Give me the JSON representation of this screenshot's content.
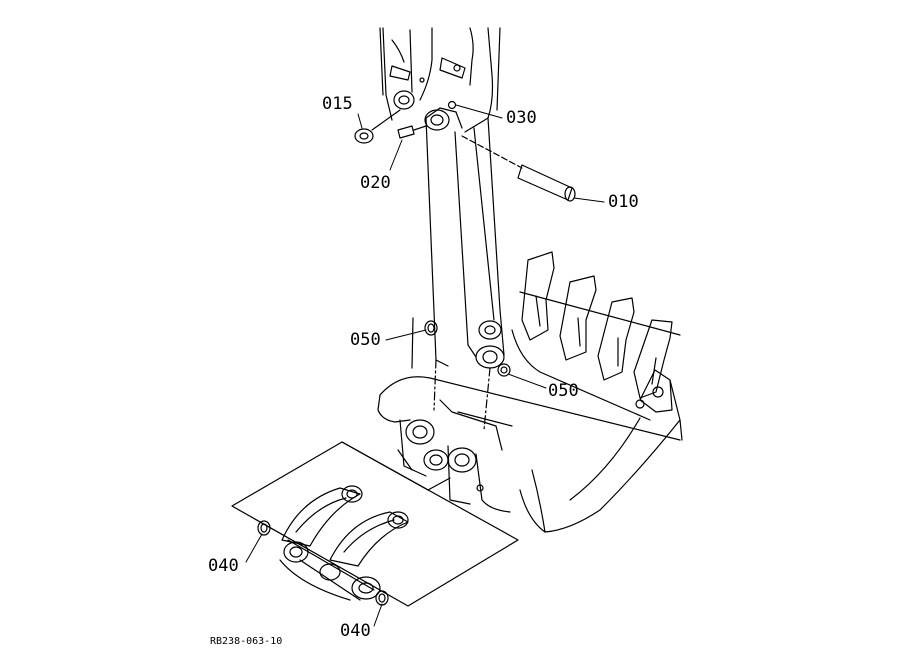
{
  "diagram": {
    "drawing_code": "RB238-063-10",
    "callouts": [
      {
        "id": "c010",
        "label": "010"
      },
      {
        "id": "c015",
        "label": "015"
      },
      {
        "id": "c020",
        "label": "020"
      },
      {
        "id": "c030",
        "label": "030"
      },
      {
        "id": "c040a",
        "label": "040"
      },
      {
        "id": "c040b",
        "label": "040"
      },
      {
        "id": "c050a",
        "label": "050"
      },
      {
        "id": "c050b",
        "label": "050"
      }
    ]
  }
}
